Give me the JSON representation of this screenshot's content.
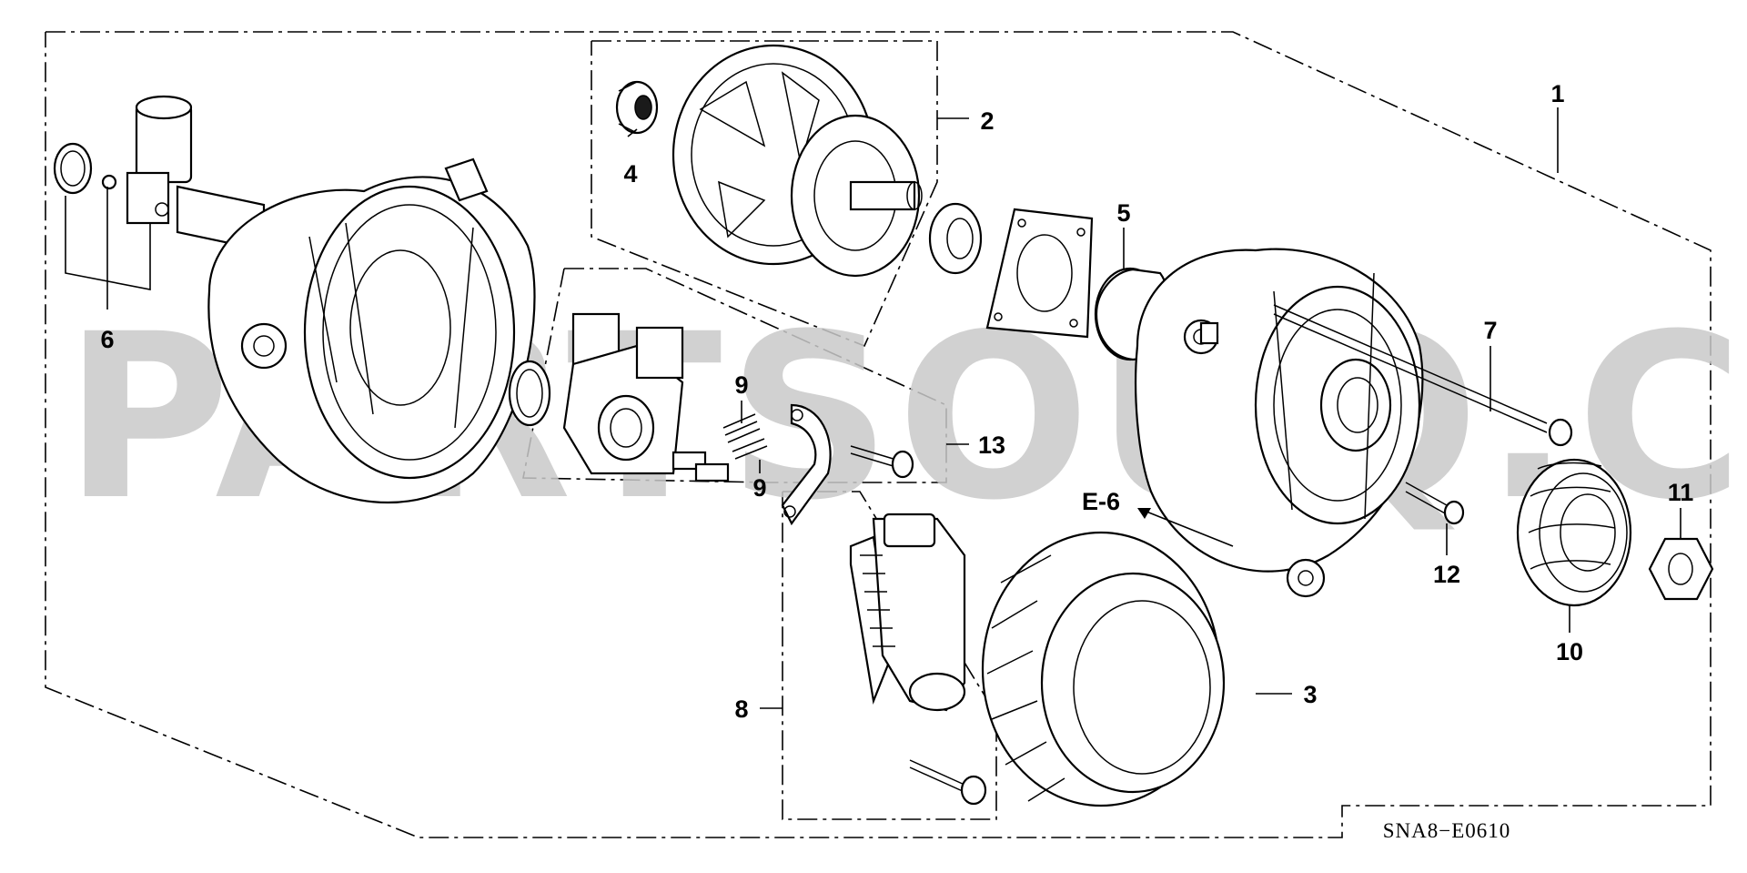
{
  "watermark": "PARTSOUQ.COM",
  "diagram_code": "SNA8−E0610",
  "reference": "E-6",
  "callouts": [
    "1",
    "2",
    "3",
    "4",
    "5",
    "6",
    "7",
    "8",
    "9",
    "9",
    "10",
    "11",
    "12",
    "13"
  ]
}
